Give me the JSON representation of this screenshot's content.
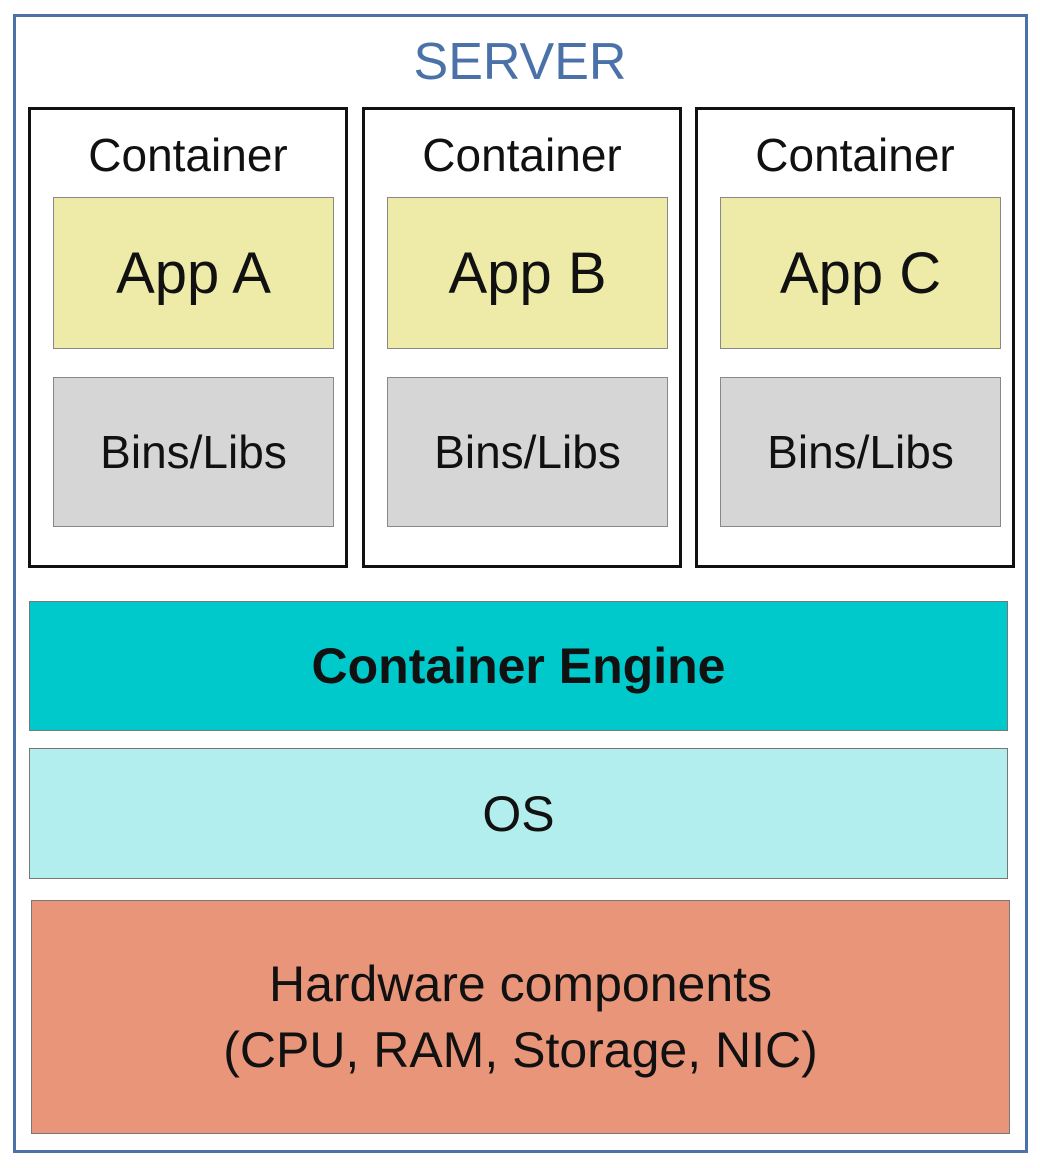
{
  "server": {
    "title": "SERVER"
  },
  "containers": [
    {
      "label": "Container",
      "app": "App A",
      "libs": "Bins/Libs"
    },
    {
      "label": "Container",
      "app": "App B",
      "libs": "Bins/Libs"
    },
    {
      "label": "Container",
      "app": "App C",
      "libs": "Bins/Libs"
    }
  ],
  "layers": {
    "engine": "Container Engine",
    "os": "OS",
    "hardware_line1": "Hardware components",
    "hardware_line2": "(CPU, RAM, Storage, NIC)"
  },
  "colors": {
    "server_border": "#4a72a8",
    "app": "#eeeaa8",
    "libs": "#d6d6d6",
    "engine": "#00c9cc",
    "os": "#b3eeee",
    "hardware": "#e8957a"
  }
}
